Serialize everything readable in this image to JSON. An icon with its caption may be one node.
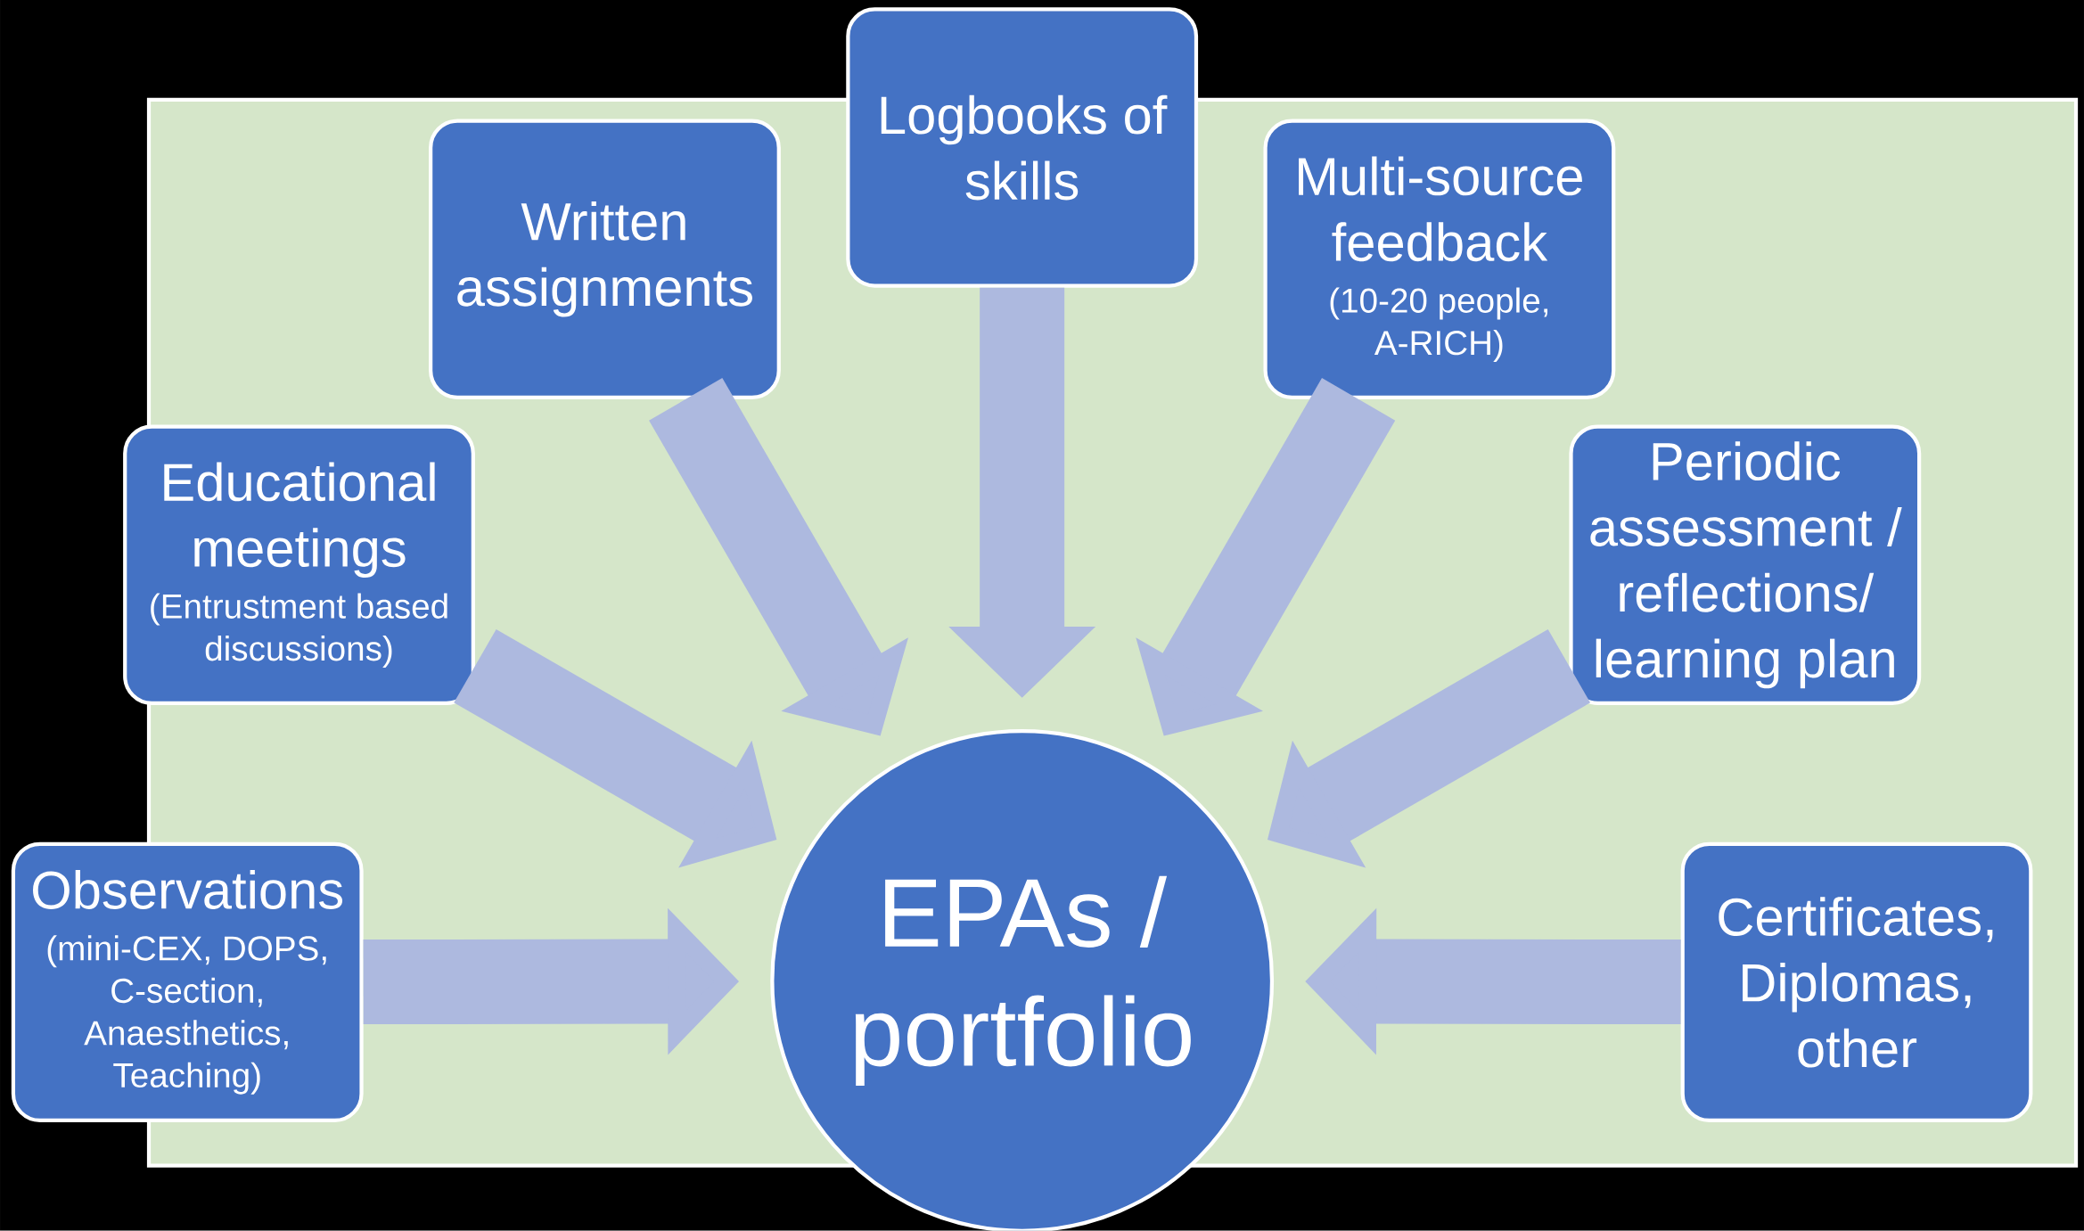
{
  "diagram": {
    "nodes": [
      {
        "text": [
          "Observations",
          "(mini-CEX, DOPS, C-section, Anaesthetics, Teaching)"
        ]
      },
      {
        "text": [
          "Educational meetings",
          "(Entrustment based discussions)"
        ]
      },
      {
        "text": [
          "Written assignments"
        ]
      },
      {
        "text": [
          "Logbooks of skills"
        ]
      },
      {
        "text": [
          "Multi-source feedback",
          "(10-20 people, A-RICH)"
        ]
      },
      {
        "text": [
          "Periodic assessment / reflections/ learning plan"
        ]
      },
      {
        "text": [
          "Certificates, Diplomas, other"
        ]
      },
      {
        "text": [
          "EPAs / portfolio"
        ]
      }
    ],
    "edges": [
      {
        "from": 0,
        "to": 7,
        "arrow": "to"
      },
      {
        "from": 1,
        "to": 7,
        "arrow": "to"
      },
      {
        "from": 2,
        "to": 7,
        "arrow": "to"
      },
      {
        "from": 3,
        "to": 7,
        "arrow": "to"
      },
      {
        "from": 4,
        "to": 7,
        "arrow": "to"
      },
      {
        "from": 5,
        "to": 7,
        "arrow": "to"
      },
      {
        "from": 6,
        "to": 7,
        "arrow": "to"
      }
    ]
  }
}
